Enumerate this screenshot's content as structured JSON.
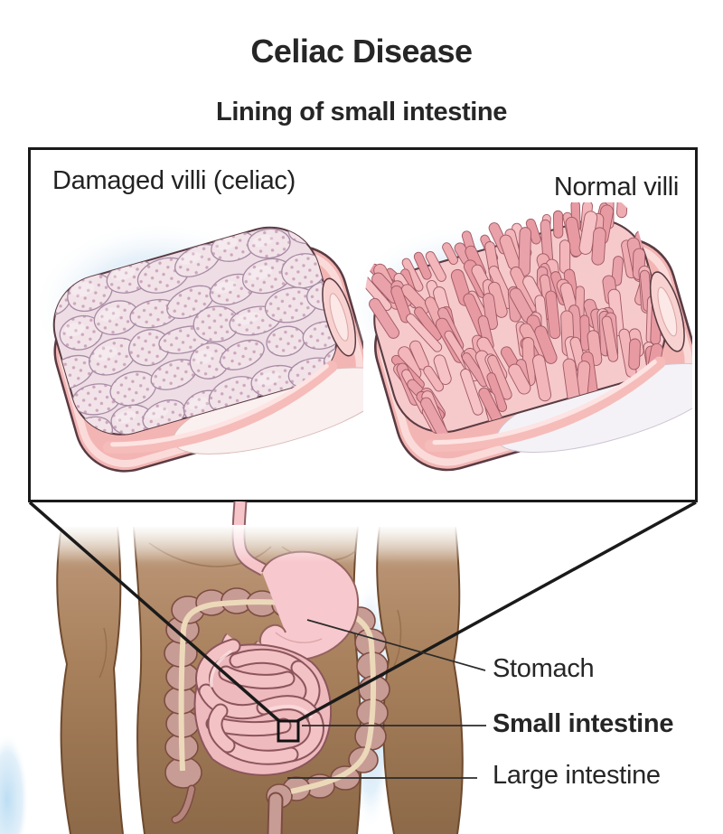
{
  "header": {
    "title": "Celiac Disease",
    "subtitle": "Lining of small intestine"
  },
  "inset": {
    "damaged_label": "Damaged villi (celiac)",
    "normal_label": "Normal villi"
  },
  "body_labels": {
    "stomach": "Stomach",
    "small_intestine": "Small intestine",
    "large_intestine": "Large intestine"
  },
  "colors": {
    "text": "#262626",
    "line": "#1a1a1a",
    "skin": "#a8805c",
    "skin-outline": "#6e4a2e",
    "stomach-pink": "#f6c5ca",
    "small-intestine-pink": "#f3c2c5",
    "colon-mauve": "#c79c95",
    "colon-stripe": "#ecd9ba",
    "villi-wall-pink": "#f3b5b3",
    "normal-villi-pink": "#f2b6ba",
    "damaged-surface": "#efdfe6",
    "glow-blue": "#cde3f4"
  }
}
